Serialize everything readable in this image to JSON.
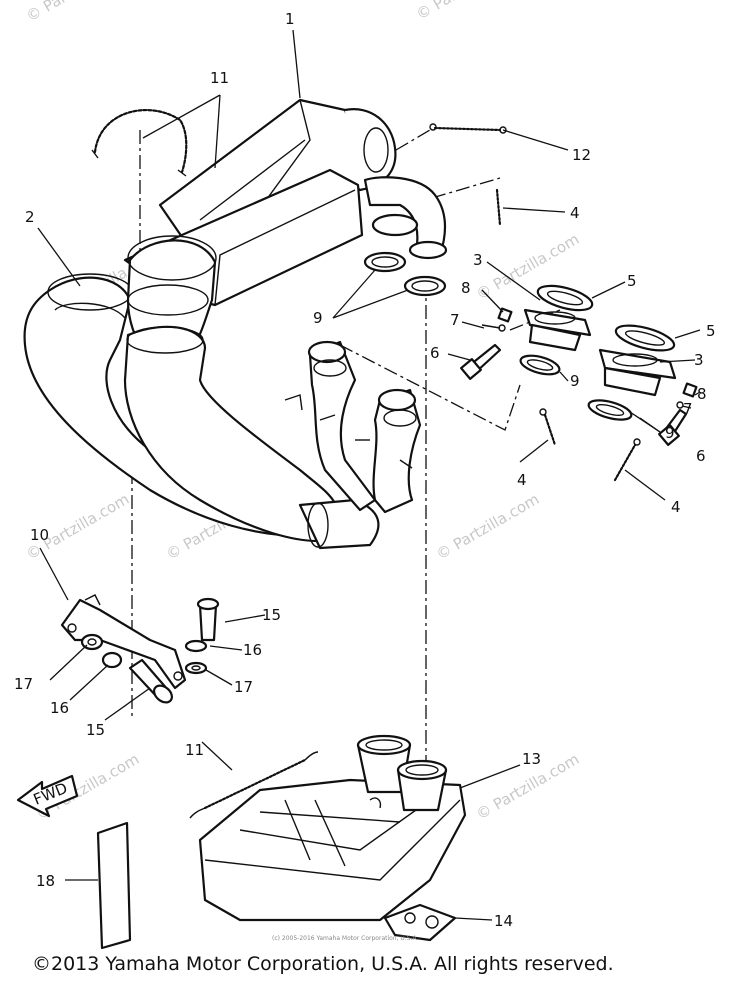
{
  "watermarks": {
    "top_left": "© Partzilla.com",
    "top_right": "© Partzilla.com",
    "mid_left": "© Partzilla.com",
    "mid_right": "© Partzilla.com",
    "center": "© Partzilla.com",
    "lower_left": "© Partzilla.com",
    "lower_right": "© Partzilla.com",
    "bottom_left": "© Partzilla.com",
    "bottom_right": "© Partzilla.com"
  },
  "parts": {
    "p1": "1",
    "p2": "2",
    "p3a": "3",
    "p3b": "3",
    "p4a": "4",
    "p4b": "4",
    "p4c": "4",
    "p5a": "5",
    "p5b": "5",
    "p6a": "6",
    "p6b": "6",
    "p7a": "7",
    "p7b": "7",
    "p8a": "8",
    "p8b": "8",
    "p9a": "9",
    "p9b": "9",
    "p9c": "9",
    "p10": "10",
    "p11a": "11",
    "p11b": "11",
    "p12": "12",
    "p13": "13",
    "p14": "14",
    "p15a": "15",
    "p15b": "15",
    "p16a": "16",
    "p16b": "16",
    "p17a": "17",
    "p17b": "17",
    "p18": "18"
  },
  "fwd_label": "FWD",
  "small_copyright": "(c) 2005-2016 Yamaha Motor Corporation, U.S.A.",
  "footer_copyright": "©2013 Yamaha Motor Corporation, U.S.A. All rights reserved."
}
